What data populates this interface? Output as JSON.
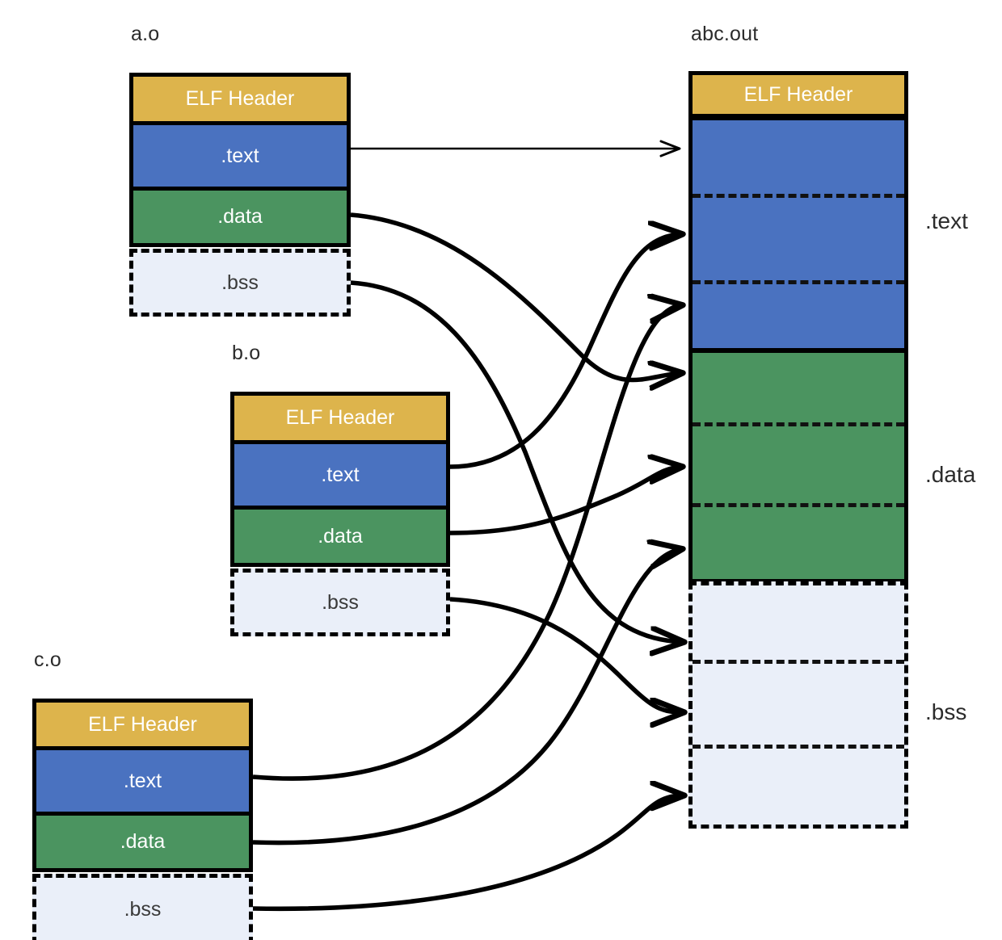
{
  "diagram": {
    "title": "ELF object files linked into an executable",
    "background": "#ffffff",
    "colors": {
      "elf_header": "#ddb44c",
      "text_section": "#4a72c0",
      "data_section": "#4b9460",
      "bss_section": "#eaeff9",
      "stroke": "#000000",
      "label_text": "#2b2b2b",
      "segment_text_light": "#ffffff",
      "segment_text_dark": "#3a3a3a"
    }
  },
  "inputs": [
    {
      "id": "a-o",
      "label": "a.o",
      "segments": [
        {
          "key": "elf",
          "label": "ELF Header",
          "style": "solid-gold"
        },
        {
          "key": "text",
          "label": ".text",
          "style": "solid-blue"
        },
        {
          "key": "data",
          "label": ".data",
          "style": "solid-green"
        },
        {
          "key": "bss",
          "label": ".bss",
          "style": "dashed-light"
        }
      ]
    },
    {
      "id": "b-o",
      "label": "b.o",
      "segments": [
        {
          "key": "elf",
          "label": "ELF Header",
          "style": "solid-gold"
        },
        {
          "key": "text",
          "label": ".text",
          "style": "solid-blue"
        },
        {
          "key": "data",
          "label": ".data",
          "style": "solid-green"
        },
        {
          "key": "bss",
          "label": ".bss",
          "style": "dashed-light"
        }
      ]
    },
    {
      "id": "c-o",
      "label": "c.o",
      "segments": [
        {
          "key": "elf",
          "label": "ELF Header",
          "style": "solid-gold"
        },
        {
          "key": "text",
          "label": ".text",
          "style": "solid-blue"
        },
        {
          "key": "data",
          "label": ".data",
          "style": "solid-green"
        },
        {
          "key": "bss",
          "label": ".bss",
          "style": "dashed-light"
        }
      ]
    }
  ],
  "output": {
    "id": "abc-out",
    "label": "abc.out",
    "segments": [
      {
        "key": "elf",
        "label": "ELF Header",
        "style": "solid-gold",
        "side_label": ""
      },
      {
        "key": "text",
        "label": "",
        "style": "solid-blue",
        "side_label": ".text",
        "parts": 3
      },
      {
        "key": "data",
        "label": "",
        "style": "solid-green",
        "side_label": ".data",
        "parts": 3
      },
      {
        "key": "bss",
        "label": "",
        "style": "dashed-light",
        "side_label": ".bss",
        "parts": 3
      }
    ]
  },
  "connections": [
    {
      "from": "a.o/.text",
      "to": "abc.out/.text slot 1"
    },
    {
      "from": "b.o/.text",
      "to": "abc.out/.text slot 2"
    },
    {
      "from": "c.o/.text",
      "to": "abc.out/.text slot 3"
    },
    {
      "from": "a.o/.data",
      "to": "abc.out/.data slot 1"
    },
    {
      "from": "b.o/.data",
      "to": "abc.out/.data slot 2"
    },
    {
      "from": "c.o/.data",
      "to": "abc.out/.data slot 3"
    },
    {
      "from": "a.o/.bss",
      "to": "abc.out/.bss slot 1"
    },
    {
      "from": "b.o/.bss",
      "to": "abc.out/.bss slot 2"
    },
    {
      "from": "c.o/.bss",
      "to": "abc.out/.bss slot 3"
    }
  ]
}
